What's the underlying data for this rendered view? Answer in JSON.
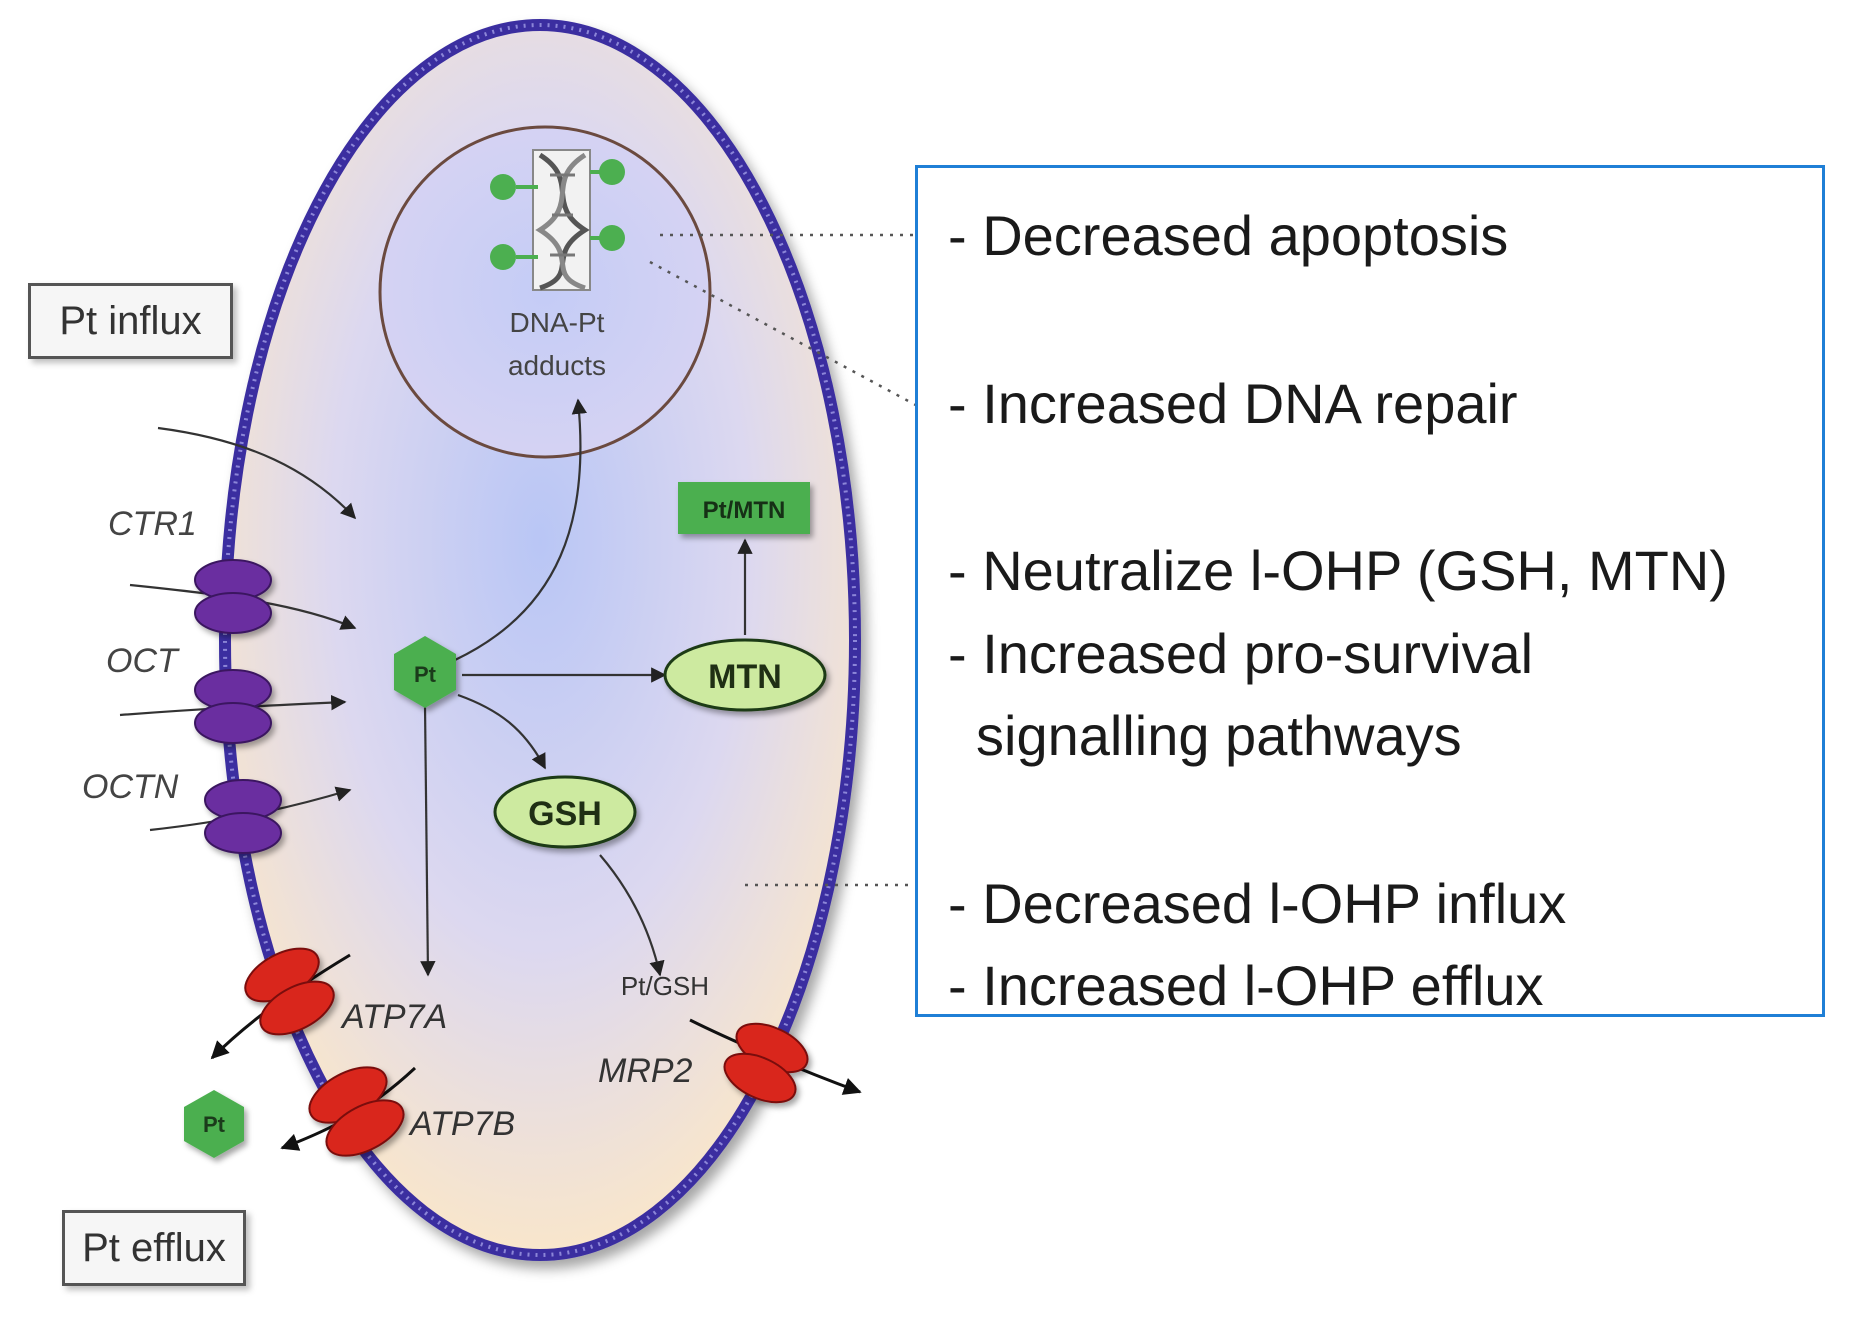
{
  "labels": {
    "pt_influx": "Pt influx",
    "pt_efflux": "Pt efflux",
    "dna_adducts_line1": "DNA-Pt",
    "dna_adducts_line2": "adducts",
    "ctr1": "CTR1",
    "oct": "OCT",
    "octn": "OCTN",
    "pt_center": "Pt",
    "pt_outside": "Pt",
    "mtn": "MTN",
    "pt_mtn": "Pt/MTN",
    "gsh": "GSH",
    "pt_gsh": "Pt/GSH",
    "atp7a": "ATP7A",
    "atp7b": "ATP7B",
    "mrp2": "MRP2"
  },
  "panel": {
    "lines": [
      "- Decreased apoptosis",
      "- Increased DNA repair",
      "- Neutralize l-OHP (GSH, MTN)",
      "- Increased pro-survival",
      "signalling pathways",
      "- Decreased l-OHP influx",
      "- Increased l-OHP efflux"
    ]
  },
  "colors": {
    "membrane": "#3b2fa0",
    "cytoplasm": "#fbe7c8",
    "cytoplasm_center": "#b9c6f5",
    "influx_transporter": "#6a2fa0",
    "efflux_transporter": "#d9261c",
    "platinum": "#4caf50",
    "conjugate_box": "#4caf50",
    "glutathione": "#cdeaa0",
    "panel_border": "#1f7fd6"
  }
}
